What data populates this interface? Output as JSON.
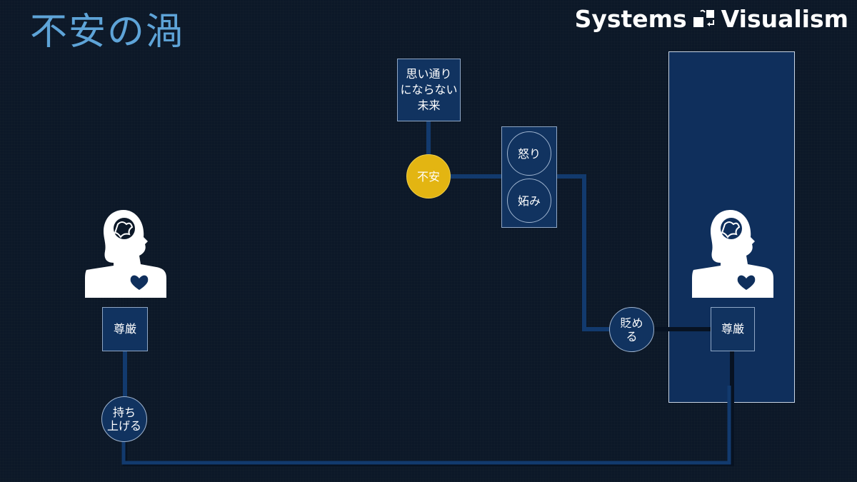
{
  "title": "不安の渦",
  "brand": {
    "left": "Systems",
    "right": "Visualism",
    "logo_icon": "systems-visualism-logo-icon"
  },
  "nodes": {
    "future": "思い通り\nにならない\n未来",
    "anxiety": "不安",
    "anger": "怒り",
    "jealousy": "妬み",
    "belittle": "貶め\nる",
    "lift_up": "持ち\n上げる",
    "dignity_left": "尊厳",
    "dignity_right": "尊厳"
  },
  "icons": {
    "person": "person-with-brain-and-heart-icon"
  },
  "colors": {
    "background": "#0c1828",
    "title": "#5ea4d8",
    "node_fill": "#113360",
    "anxiety_fill": "#e3b512",
    "line": "#123a6e",
    "line_dark": "#071222"
  }
}
